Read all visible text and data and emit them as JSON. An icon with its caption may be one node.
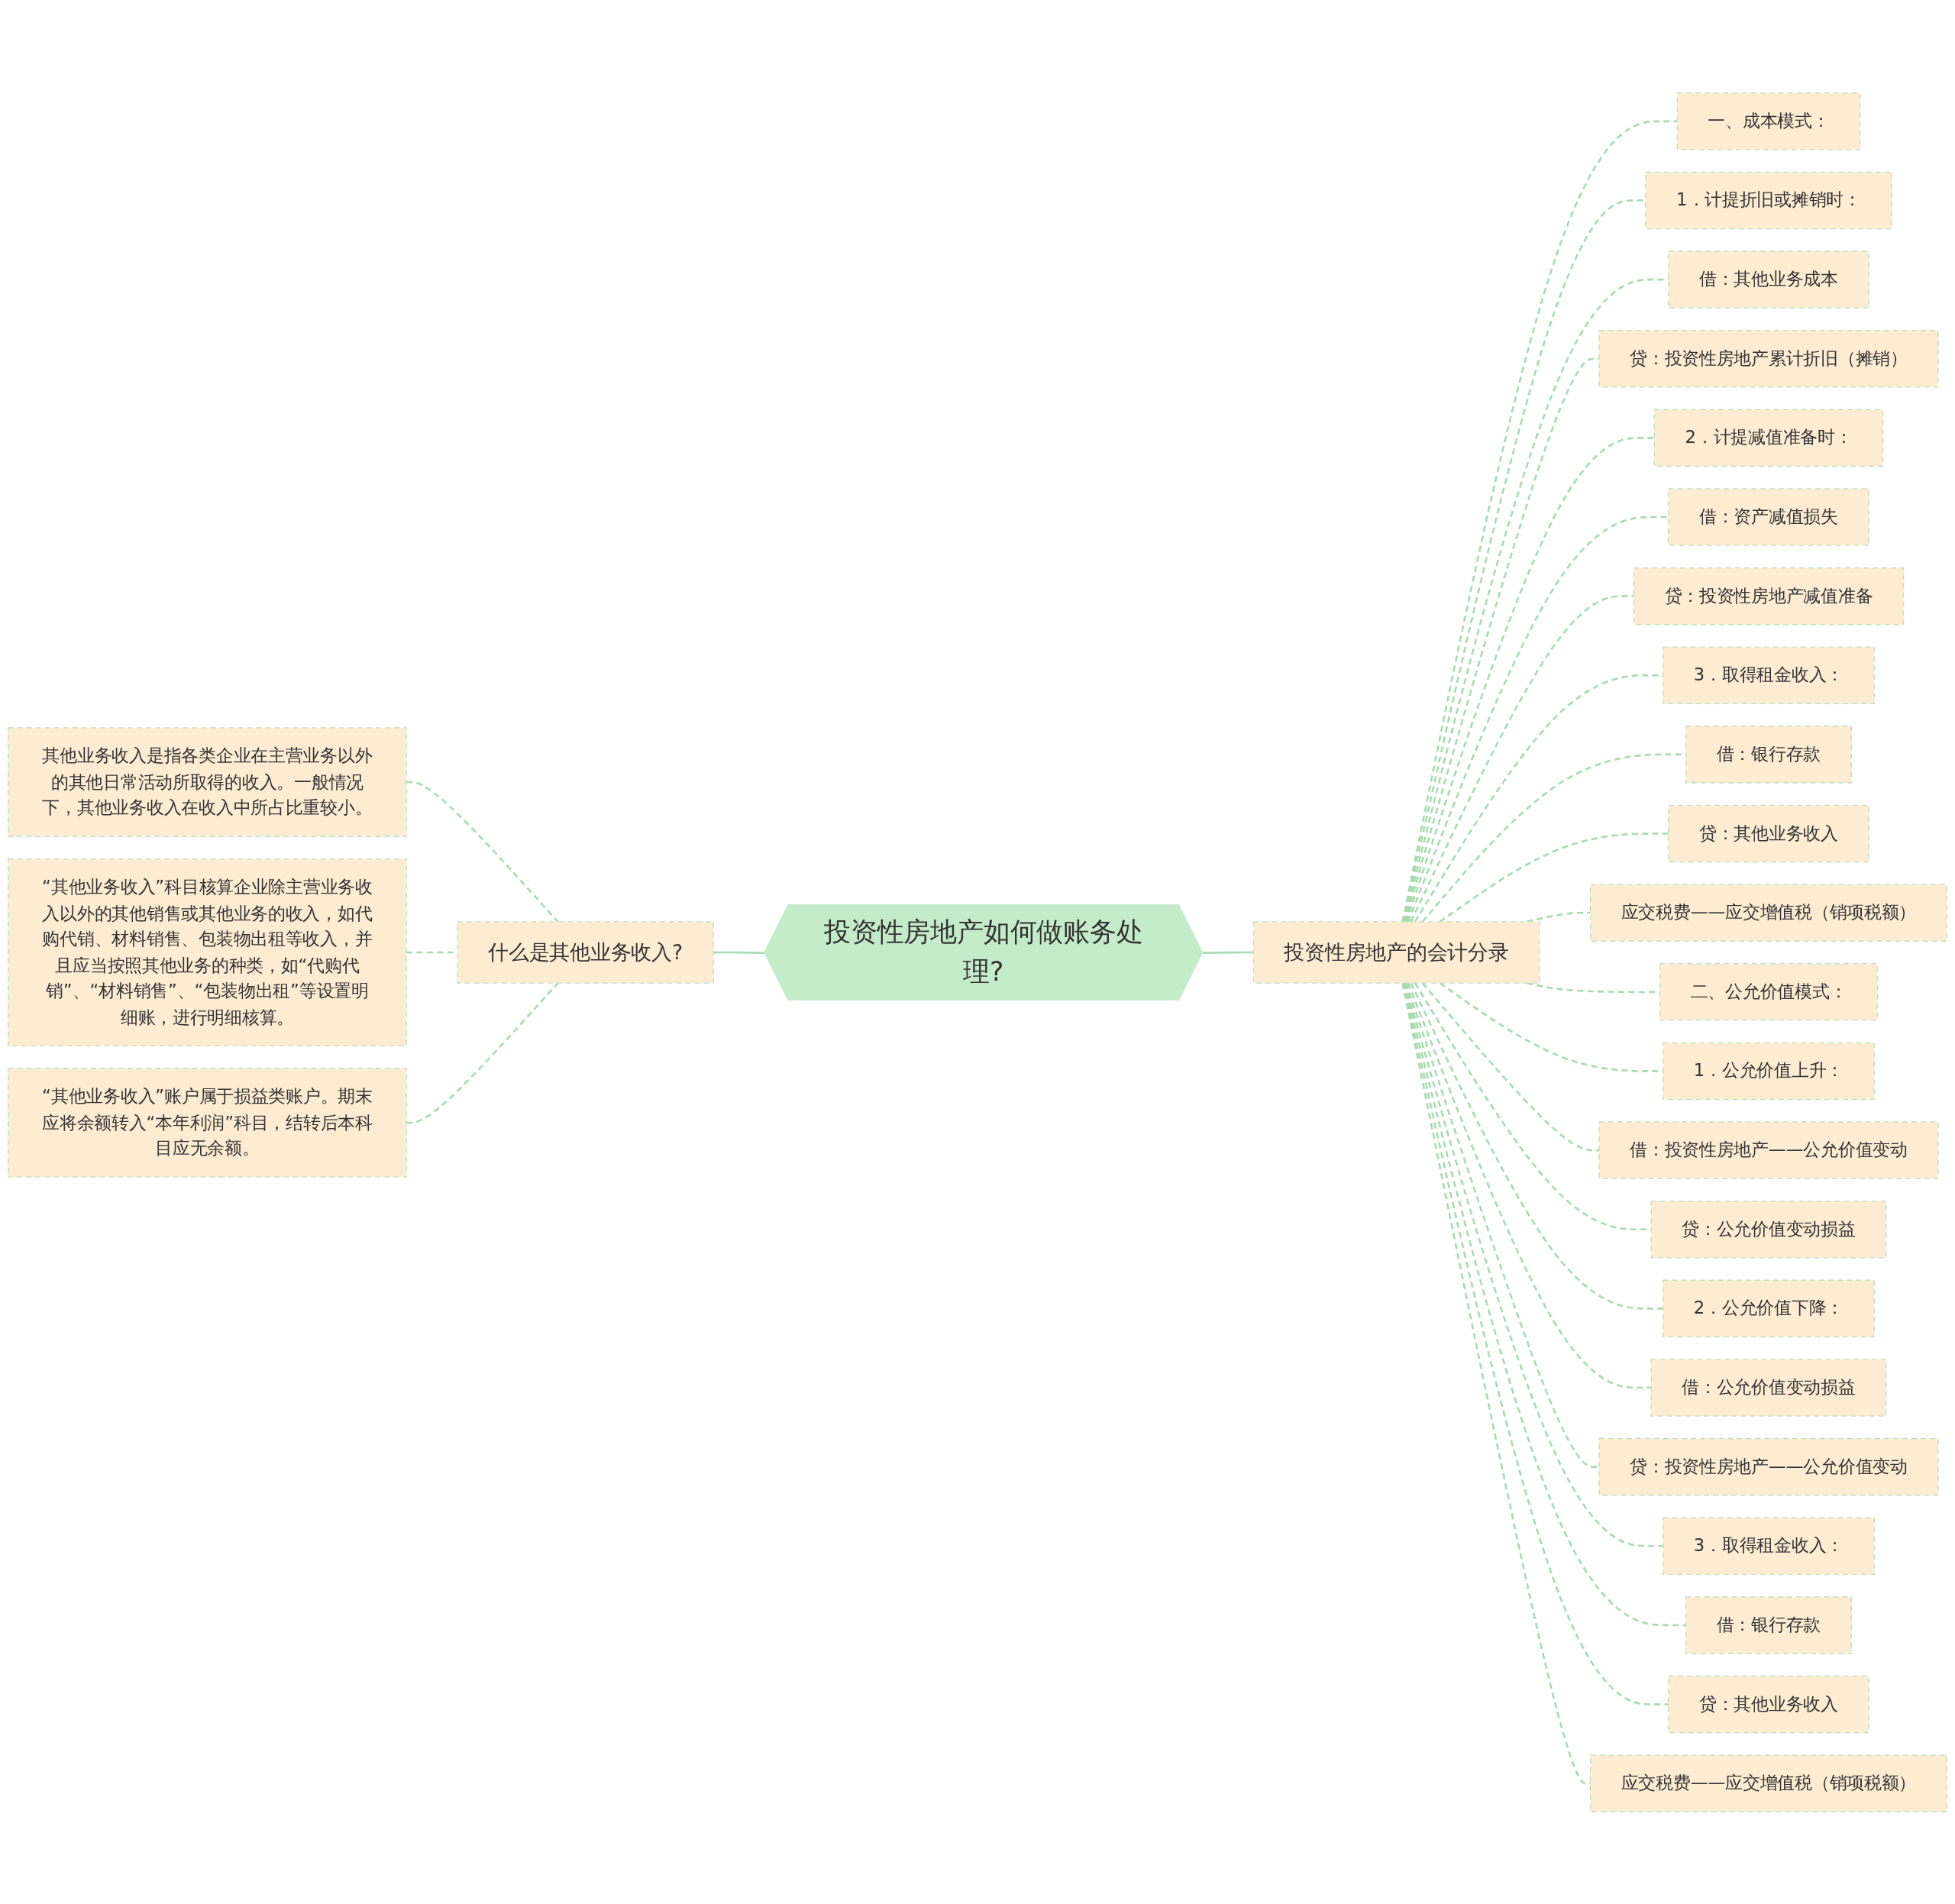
{
  "diagram": {
    "nodes": [
      {
        "text": [
          "投资性房地产如何做账务处理?"
        ]
      },
      {
        "text": [
          "什么是其他业务收入?"
        ]
      },
      {
        "text": [
          "其他业务收入是指各类企业在主营业务以外的其他日常活动所取得的收入。一般情况下，其他业务收入在收入中所占比重较小。"
        ]
      },
      {
        "text": [
          "“其他业务收入”科目核算企业除主营业务收入以外的其他销售或其他业务的收入，如代购代销、材料销售、包装物出租等收入，并且应当按照其他业务的种类，如“代购代销”、“材料销售”、“包装物出租”等设置明细账，进行明细核算。"
        ]
      },
      {
        "text": [
          "“其他业务收入”账户属于损益类账户。期末应将余额转入“本年利润”科目，结转后本科目应无余额。"
        ]
      },
      {
        "text": [
          "投资性房地产的会计分录"
        ]
      },
      {
        "text": [
          "一、成本模式："
        ]
      },
      {
        "text": [
          "1．计提折旧或摊销时："
        ]
      },
      {
        "text": [
          "借：其他业务成本"
        ]
      },
      {
        "text": [
          "贷：投资性房地产累计折旧（摊销）"
        ]
      },
      {
        "text": [
          "2．计提减值准备时："
        ]
      },
      {
        "text": [
          "借：资产减值损失"
        ]
      },
      {
        "text": [
          "贷：投资性房地产减值准备"
        ]
      },
      {
        "text": [
          "3．取得租金收入："
        ]
      },
      {
        "text": [
          "借：银行存款"
        ]
      },
      {
        "text": [
          "贷：其他业务收入"
        ]
      },
      {
        "text": [
          "应交税费——应交增值税（销项税额）"
        ]
      },
      {
        "text": [
          "二、公允价值模式："
        ]
      },
      {
        "text": [
          "1．公允价值上升："
        ]
      },
      {
        "text": [
          "借：投资性房地产——公允价值变动"
        ]
      },
      {
        "text": [
          "贷：公允价值变动损益"
        ]
      },
      {
        "text": [
          "2．公允价值下降："
        ]
      },
      {
        "text": [
          "借：公允价值变动损益"
        ]
      },
      {
        "text": [
          "贷：投资性房地产——公允价值变动"
        ]
      },
      {
        "text": [
          "3．取得租金收入："
        ]
      },
      {
        "text": [
          "借：银行存款"
        ]
      },
      {
        "text": [
          "贷：其他业务收入"
        ]
      },
      {
        "text": [
          "应交税费——应交增值税（销项税额）"
        ]
      }
    ],
    "edges": [
      {
        "from": 0,
        "to": 1,
        "arrow": "none"
      },
      {
        "from": 1,
        "to": 2,
        "arrow": "none",
        "style": "dashed"
      },
      {
        "from": 1,
        "to": 3,
        "arrow": "none",
        "style": "dashed"
      },
      {
        "from": 1,
        "to": 4,
        "arrow": "none",
        "style": "dashed"
      },
      {
        "from": 0,
        "to": 5,
        "arrow": "none"
      },
      {
        "from": 5,
        "to": 6,
        "arrow": "none",
        "style": "dashed"
      },
      {
        "from": 5,
        "to": 7,
        "arrow": "none",
        "style": "dashed"
      },
      {
        "from": 5,
        "to": 8,
        "arrow": "none",
        "style": "dashed"
      },
      {
        "from": 5,
        "to": 9,
        "arrow": "none",
        "style": "dashed"
      },
      {
        "from": 5,
        "to": 10,
        "arrow": "none",
        "style": "dashed"
      },
      {
        "from": 5,
        "to": 11,
        "arrow": "none",
        "style": "dashed"
      },
      {
        "from": 5,
        "to": 12,
        "arrow": "none",
        "style": "dashed"
      },
      {
        "from": 5,
        "to": 13,
        "arrow": "none",
        "style": "dashed"
      },
      {
        "from": 5,
        "to": 14,
        "arrow": "none",
        "style": "dashed"
      },
      {
        "from": 5,
        "to": 15,
        "arrow": "none",
        "style": "dashed"
      },
      {
        "from": 5,
        "to": 16,
        "arrow": "none",
        "style": "dashed"
      },
      {
        "from": 5,
        "to": 17,
        "arrow": "none",
        "style": "dashed"
      },
      {
        "from": 5,
        "to": 18,
        "arrow": "none",
        "style": "dashed"
      },
      {
        "from": 5,
        "to": 19,
        "arrow": "none",
        "style": "dashed"
      },
      {
        "from": 5,
        "to": 20,
        "arrow": "none",
        "style": "dashed"
      },
      {
        "from": 5,
        "to": 21,
        "arrow": "none",
        "style": "dashed"
      },
      {
        "from": 5,
        "to": 22,
        "arrow": "none",
        "style": "dashed"
      },
      {
        "from": 5,
        "to": 23,
        "arrow": "none",
        "style": "dashed"
      },
      {
        "from": 5,
        "to": 24,
        "arrow": "none",
        "style": "dashed"
      },
      {
        "from": 5,
        "to": 25,
        "arrow": "none",
        "style": "dashed"
      },
      {
        "from": 5,
        "to": 26,
        "arrow": "none",
        "style": "dashed"
      },
      {
        "from": 5,
        "to": 27,
        "arrow": "none",
        "style": "dashed"
      }
    ]
  }
}
